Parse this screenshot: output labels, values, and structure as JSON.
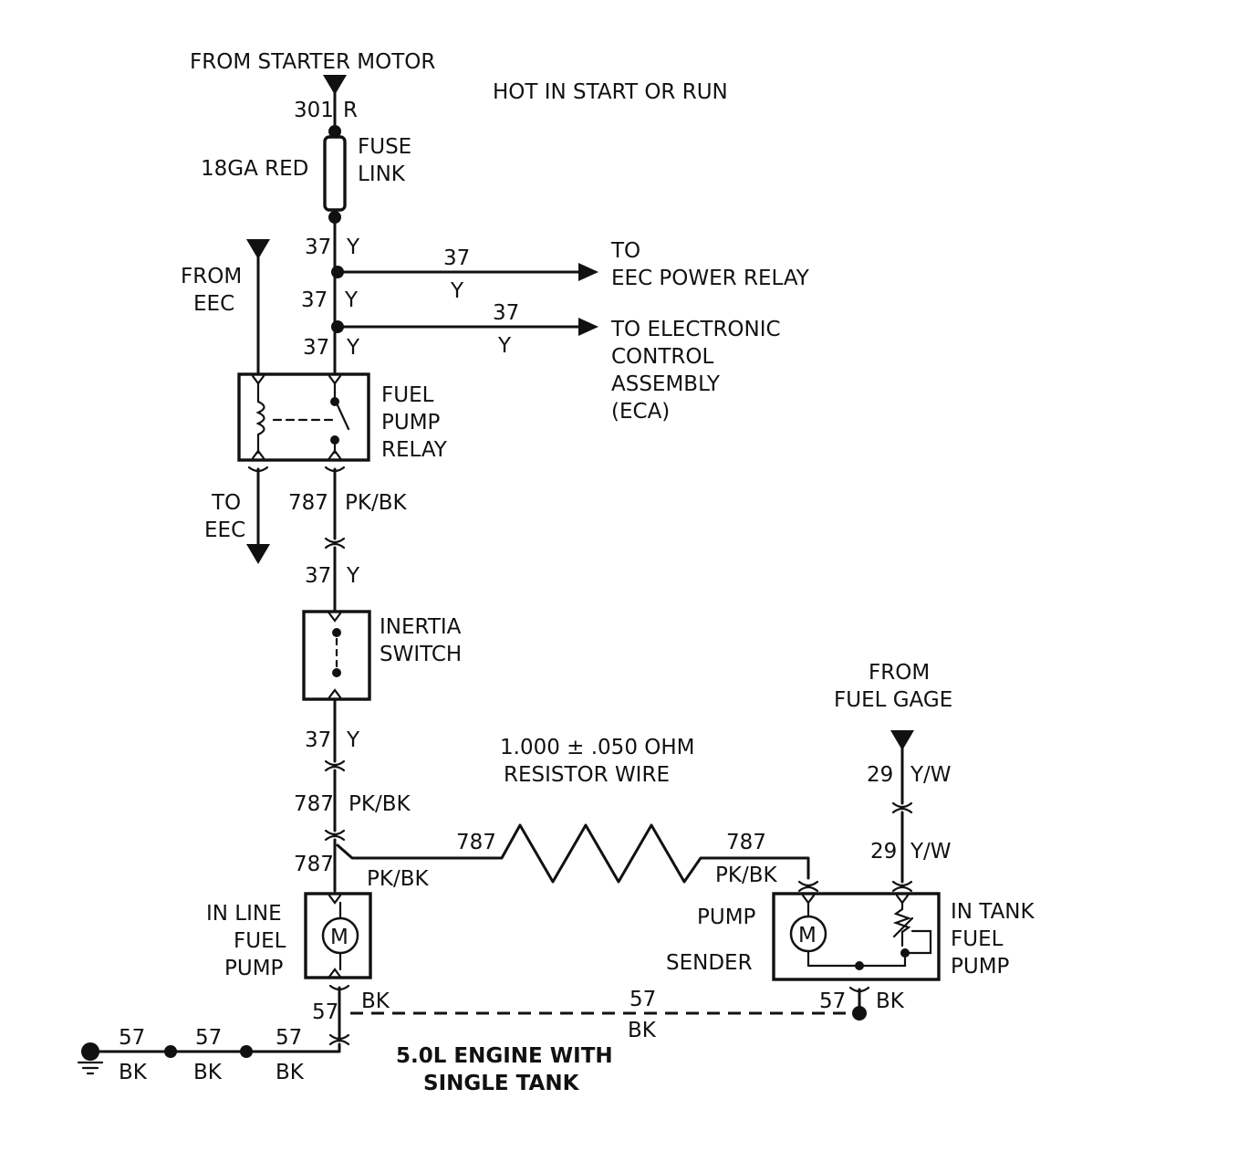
{
  "labels": {
    "from_starter": "FROM STARTER MOTOR",
    "hot_in": "HOT IN START OR RUN",
    "w301": "301",
    "r": "R",
    "ga_red": "18GA RED",
    "fuse": "FUSE",
    "link": "LINK",
    "w37": "37",
    "y": "Y",
    "to": "TO",
    "eec_power_relay": "EEC POWER RELAY",
    "to_electronic": "TO ELECTRONIC",
    "control": "CONTROL",
    "assembly": "ASSEMBLY",
    "eca": "(ECA)",
    "from": "FROM",
    "eec": "EEC",
    "fuel": "FUEL",
    "pump": "PUMP",
    "relay": "RELAY",
    "w787": "787",
    "pkbk": "PK/BK",
    "inertia": "INERTIA",
    "switch": "SWITCH",
    "resistor_value": "1.000 ± .050 OHM",
    "resistor_wire": "RESISTOR WIRE",
    "from_fuel_gage_1": "FROM",
    "from_fuel_gage_2": "FUEL GAGE",
    "w29": "29",
    "yw": "Y/W",
    "in_line": "IN LINE",
    "pump_label": "PUMP",
    "sender": "SENDER",
    "in_tank": "IN TANK",
    "motor_m": "M",
    "w57": "57",
    "bk": "BK",
    "footer_1": "5.0L ENGINE WITH",
    "footer_2": "SINGLE TANK"
  }
}
